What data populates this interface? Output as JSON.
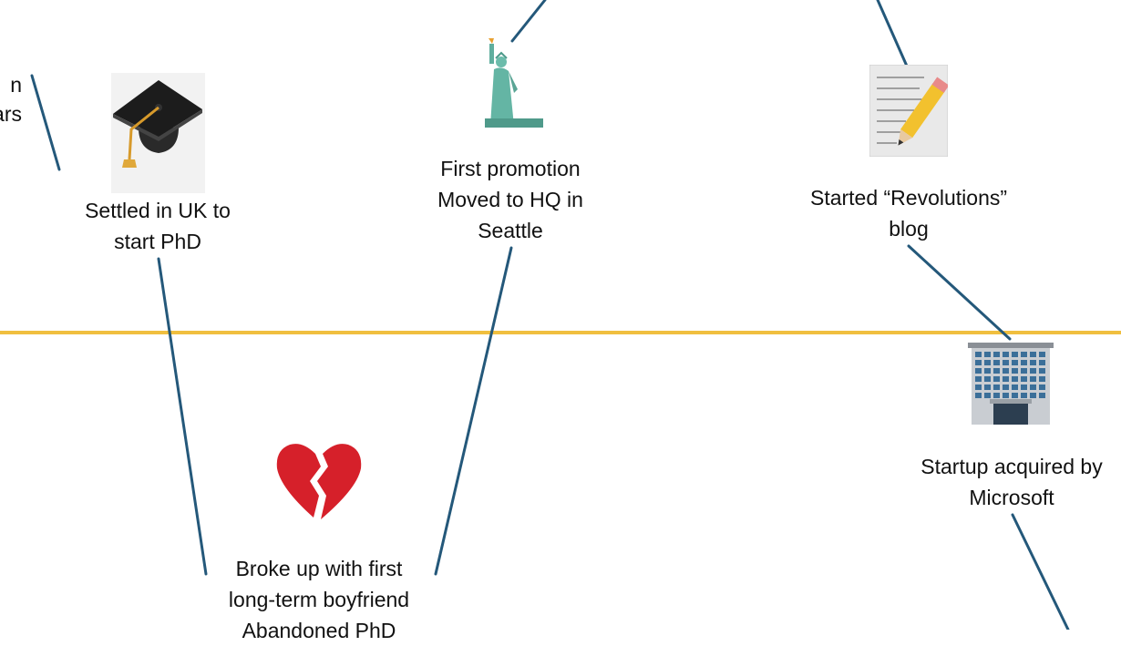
{
  "colors": {
    "timeline": "#f0bf3f",
    "connector": "#24587a",
    "text": "#111111"
  },
  "events": [
    {
      "id": "partial-left",
      "lines": [
        "n",
        "ars"
      ]
    },
    {
      "id": "phd",
      "icon": "graduation-cap-icon",
      "lines": [
        "Settled in UK to",
        "start PhD"
      ]
    },
    {
      "id": "promotion",
      "icon": "statue-of-liberty-icon",
      "lines": [
        "First promotion",
        "Moved to HQ in",
        "Seattle"
      ]
    },
    {
      "id": "blog",
      "icon": "memo-pencil-icon",
      "lines": [
        "Started “Revolutions”",
        "blog"
      ]
    },
    {
      "id": "breakup",
      "icon": "broken-heart-icon",
      "lines": [
        "Broke up with first",
        "long-term boyfriend",
        "Abandoned PhD"
      ]
    },
    {
      "id": "acquired",
      "icon": "office-building-icon",
      "lines": [
        "Startup acquired by",
        "Microsoft"
      ]
    }
  ]
}
